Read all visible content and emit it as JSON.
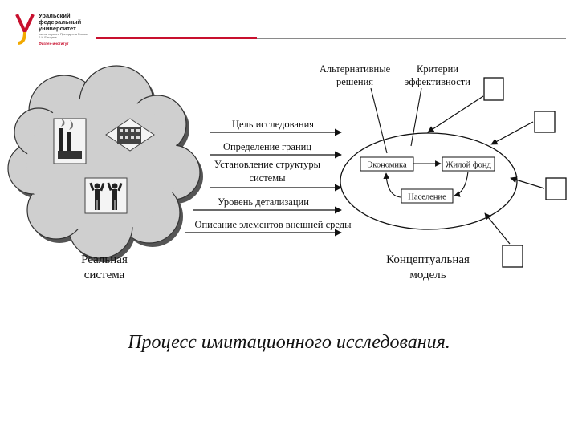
{
  "header": {
    "logo": {
      "title_lines": [
        "Уральский",
        "федеральный",
        "университет"
      ],
      "subtitle": "имени первого Президента России Б.Н.Ельцина",
      "name_line": "Физтех-институт"
    },
    "colors": {
      "accent": "#c8102e",
      "rule": "#8a8a8a"
    }
  },
  "diagram": {
    "left_block_label": [
      "Реальная",
      "система"
    ],
    "right_block_label": [
      "Концептуальная",
      "модель"
    ],
    "arrows": [
      "Цель исследования",
      "Определение границ",
      "Установление структуры",
      "системы",
      "Уровень детализации",
      "Описание элементов внешней среды"
    ],
    "top_labels": {
      "alternatives": [
        "Альтернативные",
        "решения"
      ],
      "criteria": [
        "Критерии",
        "эффективности"
      ]
    },
    "model_nodes": {
      "economy": "Экономика",
      "housing": "Жилой фонд",
      "population": "Население"
    },
    "icons": [
      "factory-icon",
      "building-icon",
      "people-icon"
    ]
  },
  "caption": "Процесс имитационного исследования."
}
